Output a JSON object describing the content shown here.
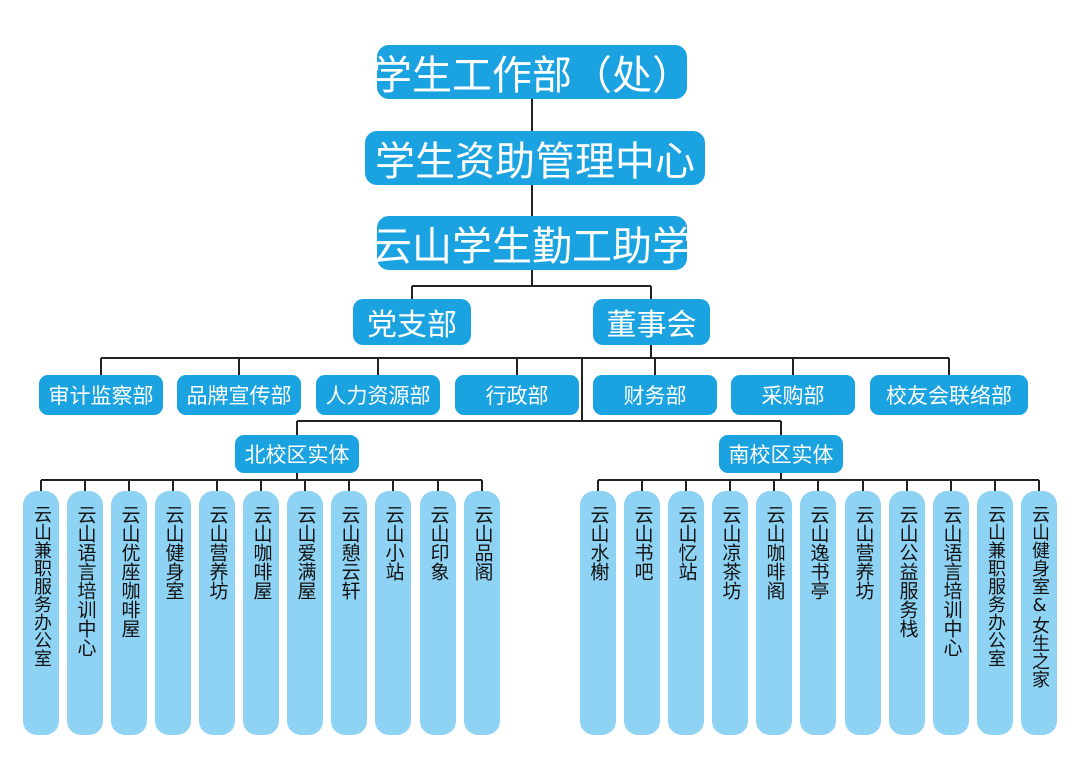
{
  "top": "学生工作部（处）",
  "center": "学生资助管理中心",
  "org": "云山学生勤工助学",
  "branches": [
    "党支部",
    "董事会"
  ],
  "departments": [
    "审计监察部",
    "品牌宣传部",
    "人力资源部",
    "行政部",
    "财务部",
    "采购部",
    "校友会联络部"
  ],
  "campuses": {
    "north": {
      "name": "北校区实体",
      "entities": [
        "云山兼职服务办公室",
        "云山语言培训中心",
        "云山优座咖啡屋",
        "云山健身室",
        "云山营养坊",
        "云山咖啡屋",
        "云山爱满屋",
        "云山憩云轩",
        "云山小站",
        "云山印象",
        "云山品阁"
      ]
    },
    "south": {
      "name": "南校区实体",
      "entities": [
        "云山水榭",
        "云山书吧",
        "云山忆站",
        "云山凉茶坊",
        "云山咖啡阁",
        "云山逸书亭",
        "云山营养坊",
        "云山公益服务栈",
        "云山语言培训中心",
        "云山兼职服务办公室",
        "云山健身室&女生之家"
      ]
    }
  },
  "colors": {
    "primary": "#1aa3e0",
    "entity": "#8fd3f4",
    "line": "#222222"
  }
}
